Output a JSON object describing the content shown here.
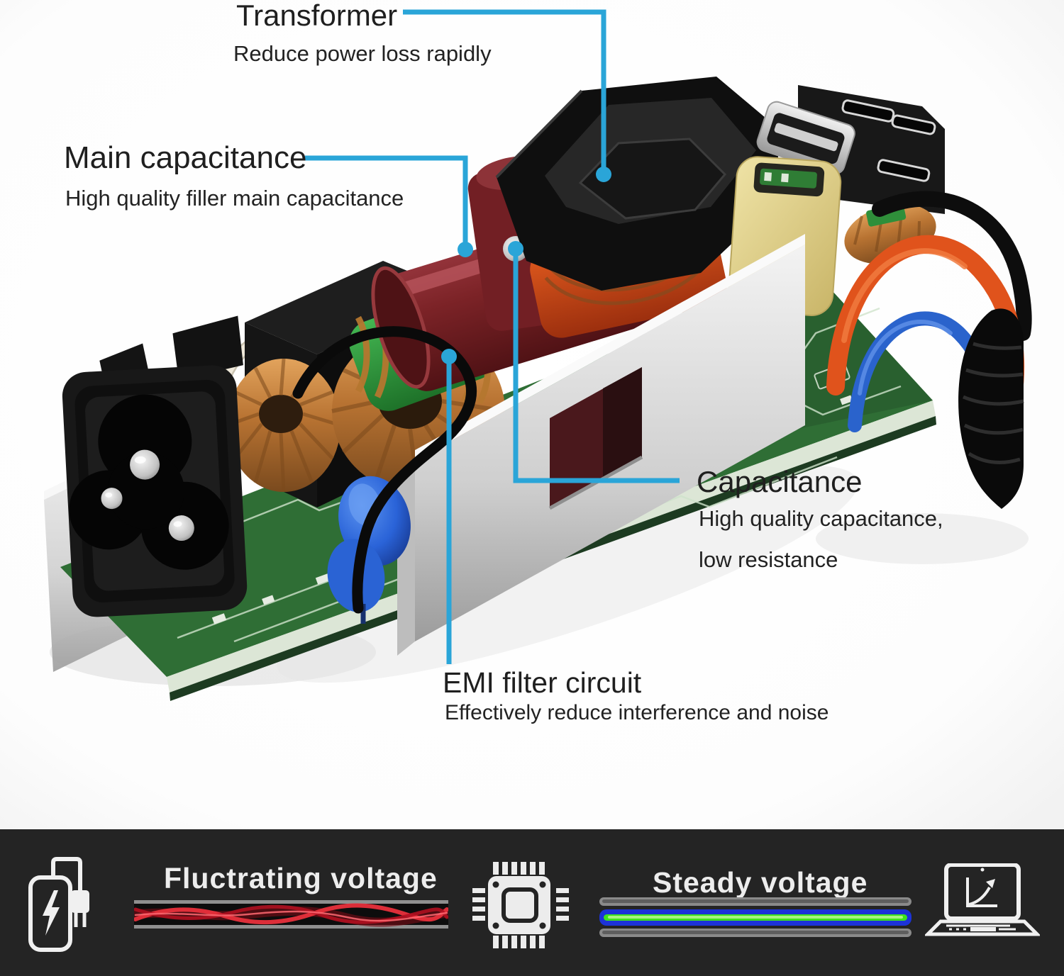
{
  "annotations": {
    "transformer": {
      "title": "Transformer",
      "subtitle": "Reduce power loss rapidly"
    },
    "main_capacitance": {
      "title": "Main capacitance",
      "subtitle": "High quality filler main capacitance"
    },
    "capacitance": {
      "title": "Capacitance",
      "line1": "High quality capacitance,",
      "line2": "low resistance"
    },
    "emi_filter": {
      "title": "EMI filter circuit",
      "subtitle": "Effectively reduce interference and noise"
    }
  },
  "banner": {
    "fluctuating_label": "Fluctrating voltage",
    "steady_label": "Steady voltage",
    "icons": {
      "left": "charger-battery-icon",
      "middle": "cpu-chip-icon",
      "right": "laptop-chart-icon"
    },
    "colors": {
      "background": "#242424",
      "label_text": "#ededed",
      "wave_red": "#d6202e",
      "steady_blue": "#1c33d8",
      "steady_green": "#3ce31c",
      "bar_frame": "#8a8a8a"
    }
  },
  "diagram_colors": {
    "leader_line": "#2aa5d8",
    "pcb_green": "#2f6e35",
    "capacitor_maroon": "#7c2327",
    "coil_copper": "#c07a33",
    "inductor_green": "#2f9e3f",
    "film_cap_yellow": "#e3d28b",
    "wire_orange": "#e0531c",
    "wire_blue": "#2a63cc"
  }
}
